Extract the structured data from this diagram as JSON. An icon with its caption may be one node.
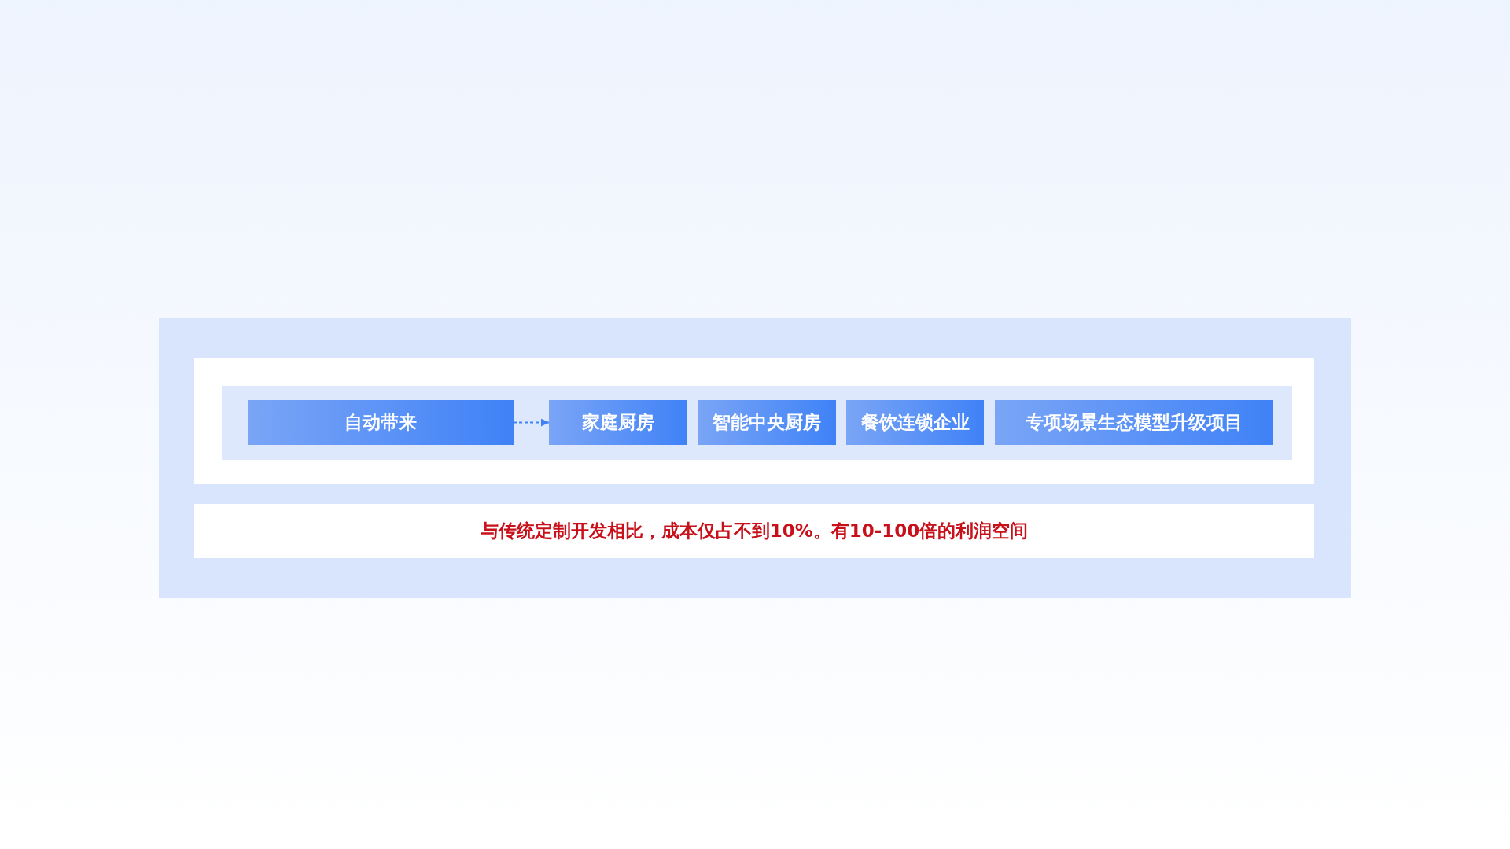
{
  "diagram": {
    "nodes": [
      {
        "text": [
          "自动带来"
        ]
      },
      {
        "text": [
          "家庭厨房"
        ]
      },
      {
        "text": [
          "智能中央厨房"
        ]
      },
      {
        "text": [
          "餐饮连锁企业"
        ]
      },
      {
        "text": [
          "专项场景生态模型升级项目"
        ]
      },
      {
        "text": [
          "与传统定制开发相比，成本仅占不到10%。有10-100倍的利润空间"
        ]
      }
    ],
    "edges": [
      {
        "from": 0,
        "to": 1,
        "arrow": "to",
        "style": "dashed"
      }
    ]
  }
}
